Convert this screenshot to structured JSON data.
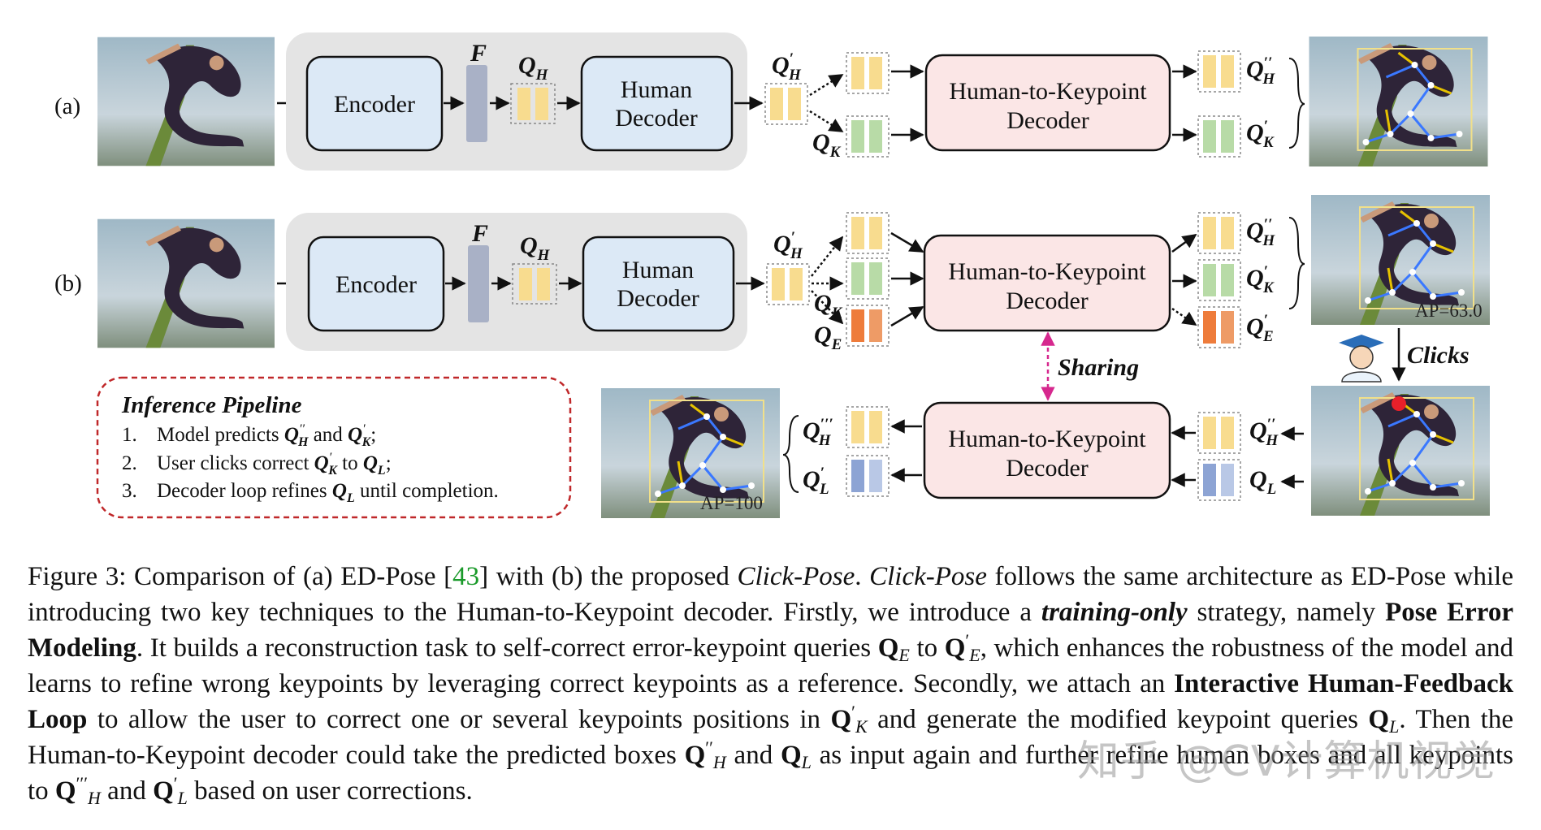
{
  "diagram": {
    "row_a_label": "(a)",
    "row_b_label": "(b)",
    "encoder_label": "Encoder",
    "human_decoder_line1": "Human",
    "human_decoder_line2": "Decoder",
    "h2k_line1": "Human-to-Keypoint",
    "h2k_line2": "Decoder",
    "feature_symbol": "F",
    "q_h": "Q",
    "sub_h": "H",
    "sub_k": "K",
    "sub_e": "E",
    "sub_l": "L",
    "sharing_label": "Sharing",
    "clicks_label": "Clicks",
    "ap_before": "AP=63.0",
    "ap_after": "AP=100",
    "pipeline": {
      "title": "Inference Pipeline",
      "step1_num": "1.",
      "step1_a": "Model predicts",
      "step1_b": "and",
      "step2_num": "2.",
      "step2_a": "User clicks correct",
      "step2_b": "to",
      "step3_num": "3.",
      "step3_a": "Decoder loop refines",
      "step3_b": "until completion."
    },
    "colors": {
      "panel_gray": "#e4e4e4",
      "blue_block": "#dce9f6",
      "pink_block": "#fbe6e6",
      "feature_bar": "#a9b1c6",
      "query_yellow": "#f8dc8f",
      "query_green": "#b8dba7",
      "query_orange": "#ee7c3b",
      "query_blue": "#8da4d4",
      "dashed_red": "#c0282a",
      "sharing_magenta": "#d6288e"
    }
  },
  "caption": {
    "fig_label": "Figure 3:",
    "t1": " Comparison of (a) ED-Pose [",
    "ref": "43",
    "t2": "] with (b) the proposed ",
    "method1": "Click-Pose",
    "t3": ". ",
    "method2": "Click-Pose",
    "t4": " follows the same architecture as ED-Pose while introducing two key techniques to the Human-to-Keypoint decoder. Firstly, we introduce a ",
    "training_only": "training-only",
    "t5": " strategy, namely ",
    "pem": "Pose Error Modeling",
    "t6": ". It builds a reconstruction task to self-correct error-keypoint queries ",
    "t7": " to ",
    "t8": ", which enhances the robustness of the model and learns to refine wrong keypoints by leveraging correct keypoints as a reference. Secondly, we attach an ",
    "ihfl": "Interactive Human-Feedback Loop",
    "t9": " to allow the user to correct one or several keypoints positions in ",
    "t10": " and generate the modified keypoint queries ",
    "t11": ". Then the Human-to-Keypoint decoder could take the predicted boxes ",
    "t12": " and ",
    "t13": " as input again and further refine human boxes and all keypoints to ",
    "t14": " and ",
    "t15": " based on user corrections.",
    "q": "Q",
    "E": "E",
    "K": "K",
    "L": "L",
    "H": "H",
    "prime": "′",
    "dprime": "′′",
    "tprime": "′′′"
  },
  "watermark": "知乎 @CV计算机视觉"
}
